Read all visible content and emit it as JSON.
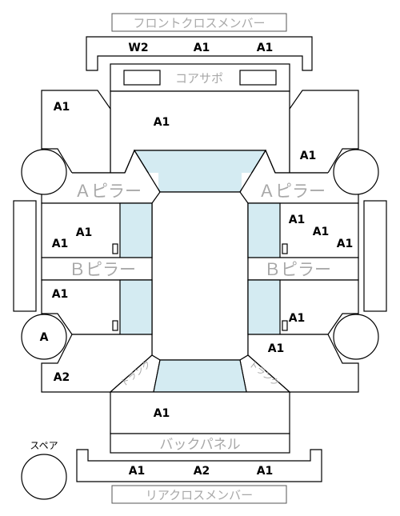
{
  "labels": {
    "front_cross_member": "フロントクロスメンバー",
    "core_support": "コアサポ",
    "a_pillar_left": "Ａピラー",
    "a_pillar_right": "Ａピラー",
    "b_pillar_left": "Ｂピラー",
    "b_pillar_right": "Ｂピラー",
    "trunk_left": "トランク",
    "trunk_right": "トランク",
    "back_panel": "バックパネル",
    "rear_cross_member": "リアクロスメンバー",
    "spare": "スペア"
  },
  "grades": {
    "front_cross_1": "W2",
    "front_cross_2": "A1",
    "front_cross_3": "A1",
    "front_left_fender": "A1",
    "hood": "A1",
    "front_right_fender": "A1",
    "front_left_door_a": "A1",
    "front_left_door_b": "A1",
    "front_right_door_a": "A1",
    "front_right_door_b": "A1",
    "front_right_door_c": "A1",
    "rear_left_door": "A1",
    "rear_right_door": "A1",
    "front_left_wheel": "",
    "rear_left_wheel": "A",
    "front_right_wheel": "",
    "rear_right_wheel": "",
    "rear_left_quarter": "A2",
    "rear_right_quarter": "A1",
    "trunk_lid": "A1",
    "rear_cross_1": "A1",
    "rear_cross_2": "A2",
    "rear_cross_3": "A1"
  }
}
